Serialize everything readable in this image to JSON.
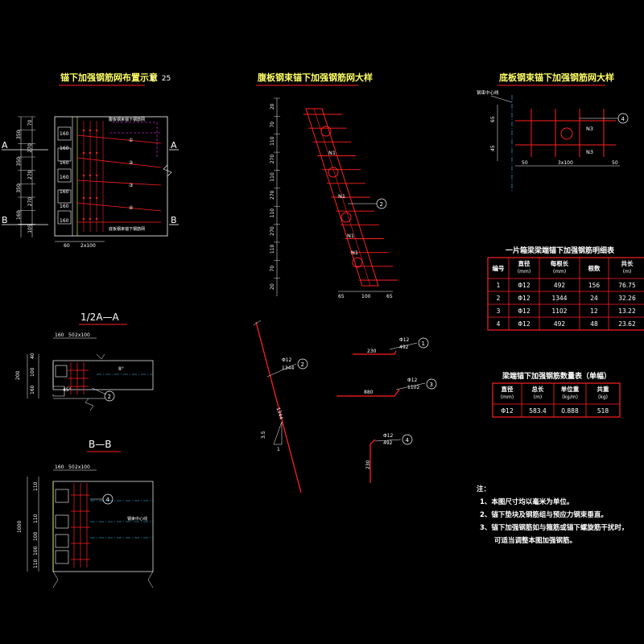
{
  "titles": {
    "plan": "锚下加强钢筋网布置示意",
    "plan_scale": "1：25",
    "web": "腹板钢束锚下加强钢筋网大样",
    "bottom": "底板钢束锚下加强钢筋网大样",
    "section_a": "1/2A—A",
    "section_b": "B—B",
    "table1": "一片箱梁梁端锚下加强钢筋明细表",
    "table2": "梁端锚下加强钢筋数量表（单幅）"
  },
  "colors": {
    "background": "#000000",
    "line": "#ffffff",
    "rebar": "#ff2020",
    "title": "#ffff66",
    "aux": "#ff33ff",
    "center": "#33ccff"
  },
  "plan": {
    "section_marks": [
      "A",
      "A",
      "B",
      "B"
    ],
    "left_dims": [
      "70",
      "350",
      "270",
      "350",
      "270",
      "350",
      "270",
      "160",
      "105"
    ],
    "right_dims": [
      "160",
      "160",
      "160",
      "160",
      "160",
      "160",
      "160"
    ],
    "bottom_dims": [
      "60",
      "2x100"
    ],
    "label_top": "腹板钢束锚下钢筋网",
    "label_bottom": "底板钢束锚下钢筋网",
    "bar_tags": [
      "①",
      "②",
      "③",
      "④"
    ]
  },
  "web": {
    "left_dims": [
      "20",
      "70",
      "110",
      "270",
      "110",
      "270",
      "110",
      "270",
      "110",
      "70",
      "20"
    ],
    "bottom_dims": [
      "65",
      "100",
      "65"
    ],
    "bar_labels": [
      "N1",
      "N1",
      "N1",
      "N1"
    ],
    "callout": "2"
  },
  "bottom": {
    "label_center": "钢束中心线",
    "left_dims": [
      "65",
      "45"
    ],
    "bottom_dims": [
      "50",
      "3x100",
      "50"
    ],
    "bar_labels": [
      "N3",
      "N3"
    ],
    "callout": "4"
  },
  "section_a": {
    "dims_top": [
      "160",
      "50",
      "2x100"
    ],
    "dims_left": [
      "40",
      "200",
      "100",
      "160"
    ],
    "angle": "45°",
    "callout": "2"
  },
  "section_b": {
    "dims_top": [
      "160",
      "50",
      "2x100"
    ],
    "dims_left": [
      "110",
      "1000",
      "110",
      "100",
      "100",
      "110"
    ],
    "label_center": "钢束中心线",
    "callout": "4"
  },
  "bars": [
    {
      "id": "1",
      "dia": "Φ12",
      "len": "492",
      "dim": "230"
    },
    {
      "id": "2",
      "dia": "Φ12",
      "len": "1344",
      "dim": "1344",
      "ratio": "3.5",
      "ratio2": "1"
    },
    {
      "id": "3",
      "dia": "Φ12",
      "len": "1102",
      "dim": "880"
    },
    {
      "id": "4",
      "dia": "Φ12",
      "len": "492",
      "dim": "230"
    }
  ],
  "table1": {
    "headers": [
      "编号",
      "直径\n(mm)",
      "每根长\n(mm)",
      "根数",
      "共长\n(m)"
    ],
    "rows": [
      [
        "1",
        "Φ12",
        "492",
        "156",
        "76.75"
      ],
      [
        "2",
        "Φ12",
        "1344",
        "24",
        "32.26"
      ],
      [
        "3",
        "Φ12",
        "1102",
        "12",
        "13.22"
      ],
      [
        "4",
        "Φ12",
        "492",
        "48",
        "23.62"
      ]
    ]
  },
  "table2": {
    "headers": [
      "直径\n(mm)",
      "总长\n(m)",
      "单位重\n(kg/m)",
      "共重\n(kg)"
    ],
    "rows": [
      [
        "Φ12",
        "583.4",
        "0.888",
        "518"
      ]
    ]
  },
  "notes": {
    "heading": "注：",
    "items": [
      "1、本图尺寸均以毫米为单位。",
      "2、锚下垫块及钢筋组与预应力钢束垂直。",
      "3、锚下加强钢筋如与箍筋或锚下螺旋筋干扰时，",
      "可适当调整本图加强钢筋。"
    ]
  }
}
